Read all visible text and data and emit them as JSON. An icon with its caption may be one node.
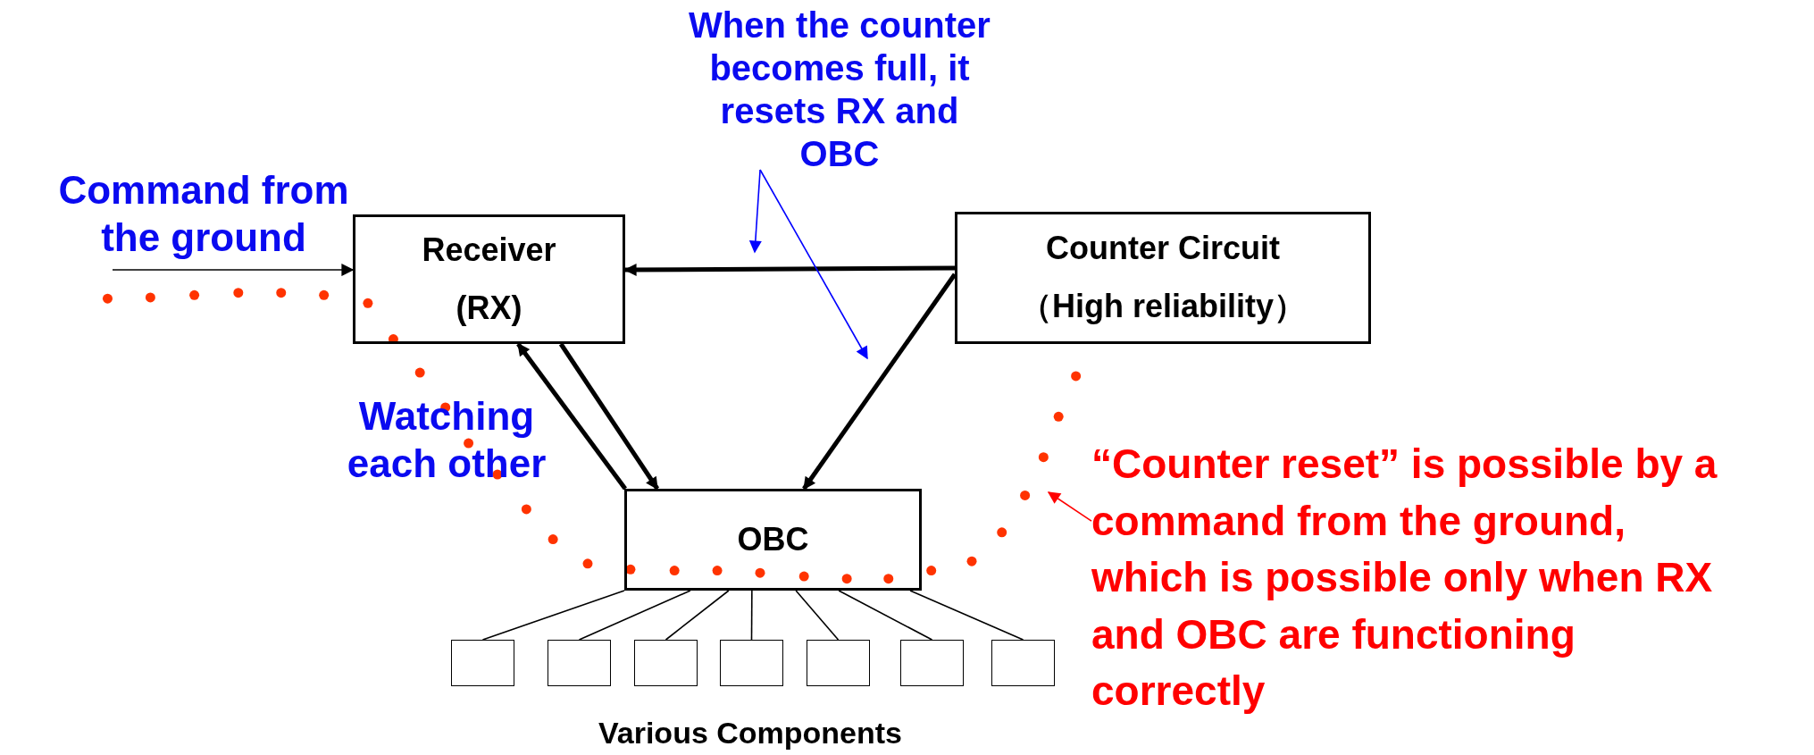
{
  "diagram": {
    "nodes": [
      {
        "text": [
          "Command from the ground"
        ]
      },
      {
        "text": [
          "When the counter becomes full, it resets RX and OBC"
        ]
      },
      {
        "text": [
          "Receiver (RX)"
        ]
      },
      {
        "text": [
          "Counter Circuit （High reliability）"
        ]
      },
      {
        "text": [
          "OBC"
        ]
      },
      {
        "text": [],
        "shape": "box"
      },
      {
        "text": [],
        "shape": "box"
      },
      {
        "text": [],
        "shape": "box"
      },
      {
        "text": [],
        "shape": "box"
      },
      {
        "text": [],
        "shape": "box"
      },
      {
        "text": [],
        "shape": "box"
      },
      {
        "text": [],
        "shape": "box"
      },
      {
        "text": [
          "“Counter reset” is possible by a command from the ground, which is possible only when RX and OBC are functioning correctly"
        ]
      }
    ],
    "edges": [
      {
        "from": 0,
        "to": 2,
        "arrow": "to"
      },
      {
        "from": 3,
        "to": 2,
        "arrow": "to",
        "style": "thick"
      },
      {
        "from": 3,
        "to": 4,
        "arrow": "to",
        "style": "thick"
      },
      {
        "from": 4,
        "to": 2,
        "arrow": "to",
        "style": "thick"
      },
      {
        "from": 2,
        "to": 4,
        "arrow": "to",
        "style": "thick"
      },
      {
        "from": 1,
        "to": null,
        "arrow": "to",
        "color": "#0000ff"
      },
      {
        "from": 1,
        "to": null,
        "arrow": "to",
        "color": "#0000ff"
      },
      {
        "from": 12,
        "to": null,
        "arrow": "to",
        "color": "#ff0000"
      },
      {
        "from": 4,
        "to": 5,
        "arrow": "none"
      },
      {
        "from": 4,
        "to": 6,
        "arrow": "none"
      },
      {
        "from": 4,
        "to": 7,
        "arrow": "none"
      },
      {
        "from": 4,
        "to": 8,
        "arrow": "none"
      },
      {
        "from": 4,
        "to": 9,
        "arrow": "none"
      },
      {
        "from": 4,
        "to": 10,
        "arrow": "none"
      },
      {
        "from": 4,
        "to": 11,
        "arrow": "none"
      }
    ],
    "labels": [
      "Watching each other",
      "Various Components"
    ]
  }
}
